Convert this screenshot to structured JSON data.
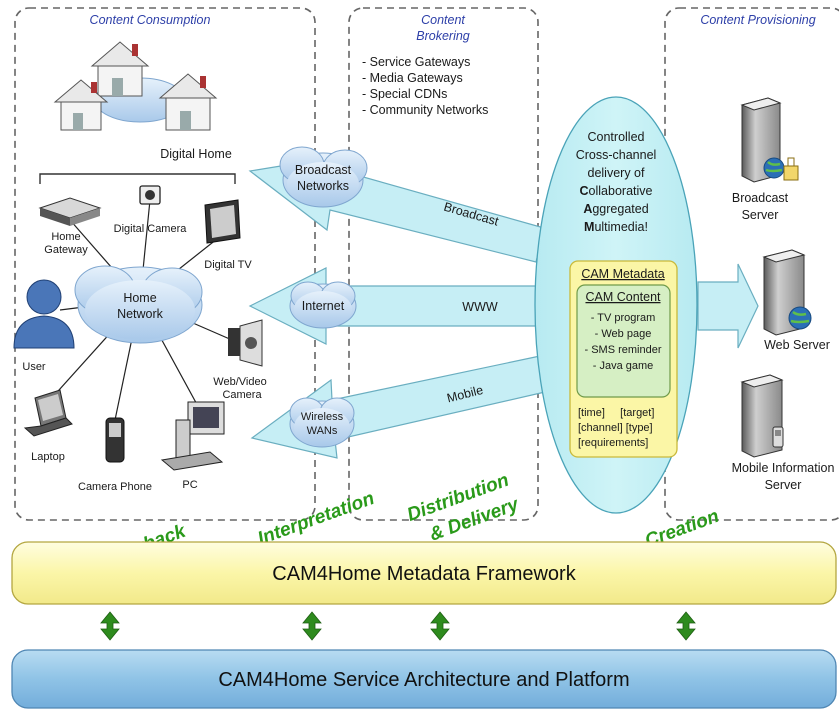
{
  "sections": {
    "consumption": "Content Consumption",
    "brokering_line1": "Content",
    "brokering_line2": "Brokering",
    "provisioning": "Content Provisioning"
  },
  "brokering_items": [
    "- Service Gateways",
    "- Media Gateways",
    "- Special CDNs",
    "- Community Networks"
  ],
  "home": {
    "digital_home": "Digital Home",
    "network_line1": "Home",
    "network_line2": "Network",
    "home_gateway_line1": "Home",
    "home_gateway_line2": "Gateway",
    "digital_camera": "Digital Camera",
    "digital_tv": "Digital TV",
    "user": "User",
    "webcam_line1": "Web/Video",
    "webcam_line2": "Camera",
    "laptop": "Laptop",
    "camera_phone": "Camera Phone",
    "pc": "PC"
  },
  "clouds": {
    "broadcast_line1": "Broadcast",
    "broadcast_line2": "Networks",
    "internet": "Internet",
    "wireless_line1": "Wireless",
    "wireless_line2": "WANs"
  },
  "channels": {
    "broadcast": "Broadcast",
    "www": "WWW",
    "mobile": "Mobile"
  },
  "cam": {
    "line1": "Controlled",
    "line2": "Cross-channel",
    "line3": "delivery of",
    "collab_first": "C",
    "collab_rest": "ollaborative",
    "aggr_first": "A",
    "aggr_rest": "ggregated",
    "multi_first": "M",
    "multi_rest": "ultimedia!",
    "metadata_title": "CAM Metadata",
    "content_title": "CAM Content",
    "content_items": [
      "- TV program",
      "- Web page",
      "- SMS reminder",
      "- Java game"
    ],
    "meta_line1": "[time]     [target]",
    "meta_line2": "[channel] [type]",
    "meta_line3": "[requirements]"
  },
  "servers": {
    "broadcast_line1": "Broadcast",
    "broadcast_line2": "Server",
    "web": "Web Server",
    "mobile_line1": "Mobile Information",
    "mobile_line2": "Server"
  },
  "stages": {
    "playback": "Playback",
    "interpretation": "Interpretation",
    "distribution_line1": "Distribution",
    "distribution_line2": "& Delivery",
    "creation": "Creation"
  },
  "framework": "CAM4Home Metadata Framework",
  "platform": "CAM4Home Service Architecture and Platform",
  "colors": {
    "arrow_fill": "#c6eef5",
    "ellipse_fill": "#bfeef3",
    "metadata_fill": "#fbf6a6",
    "content_fill": "#d6efc4",
    "framework_fill": "#fbf8b4",
    "platform_fill": "#8fc3e6",
    "stage_green": "#2a9a1a",
    "connector_green": "#2e8b1e",
    "heading_blue": "#2d3fa8"
  }
}
